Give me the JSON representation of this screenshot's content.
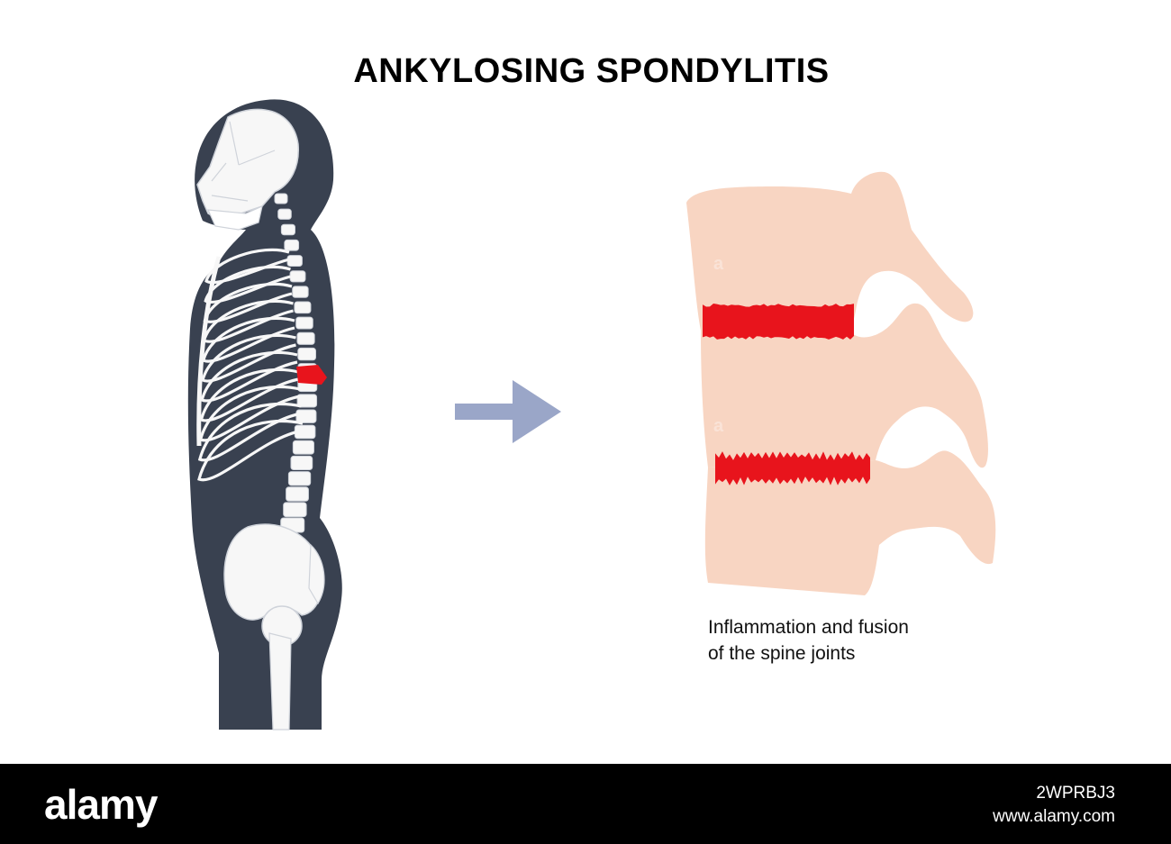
{
  "title": "ANKYLOSING SPONDYLITIS",
  "caption": {
    "line1": "Inflammation and fusion",
    "line2": "of the spine joints"
  },
  "footer": {
    "logo": "alamy",
    "image_id": "2WPRBJ3",
    "site": "www.alamy.com"
  },
  "watermark_glyph": "a",
  "colors": {
    "body_silhouette": "#394150",
    "bone": "#f7f7f7",
    "bone_outline": "#cfd3da",
    "inflammation": "#e8141c",
    "vertebra": "#f8d5c2",
    "arrow": "#9aa6c8",
    "footer_bg": "#000000"
  },
  "icons": {
    "arrow": "right-arrow-icon"
  }
}
